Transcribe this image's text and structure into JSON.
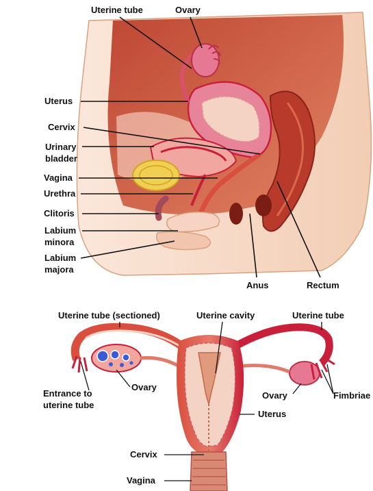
{
  "sagittal": {
    "labels": {
      "uterine_tube": "Uterine tube",
      "ovary": "Ovary",
      "uterus": "Uterus",
      "cervix": "Cervix",
      "urinary_bladder_1": "Urinary",
      "urinary_bladder_2": "bladder",
      "vagina": "Vagina",
      "urethra": "Urethra",
      "clitoris": "Clitoris",
      "labium_minora_1": "Labium",
      "labium_minora_2": "minora",
      "labium_majora_1": "Labium",
      "labium_majora_2": "majora",
      "anus": "Anus",
      "rectum": "Rectum"
    }
  },
  "frontal": {
    "labels": {
      "uterine_tube_sectioned": "Uterine tube (sectioned)",
      "uterine_cavity": "Uterine cavity",
      "uterine_tube": "Uterine tube",
      "ovary_left": "Ovary",
      "ovary_right": "Ovary",
      "fimbriae": "Fimbriae",
      "entrance_1": "Entrance to",
      "entrance_2": "uterine tube",
      "uterus": "Uterus",
      "cervix": "Cervix",
      "vagina": "Vagina"
    }
  },
  "colors": {
    "skin": "#f6d6c0",
    "skin_edge": "#d9a27f",
    "pelvic_cavity": "#c44a32",
    "uterus_wall": "#e7849a",
    "uterus_light": "#f4d3c4",
    "muscle_red": "#c8203a",
    "rectum": "#b83a2a",
    "bladder_yellow": "#f1cf52",
    "ovary_blue": "#3a5bd6"
  }
}
